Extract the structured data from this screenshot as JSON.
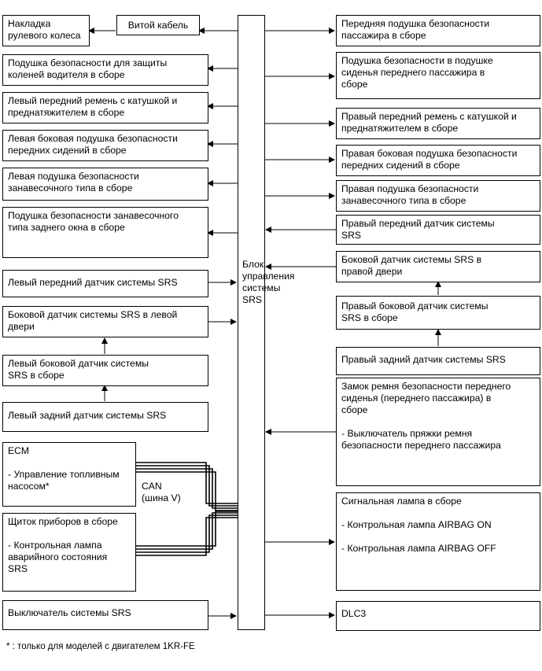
{
  "center": {
    "label": "Блок\nуправления\nсистемы\nSRS"
  },
  "left": {
    "pad": "Накладка\nрулевого колеса",
    "spiral": "Витой кабель",
    "knee": "Подушка безопасности для защиты\nколеней водителя в сборе",
    "lf_belt": "Левый передний ремень с катушкой и\nпреднатяжителем в сборе",
    "l_side_airbag": "Левая боковая подушка безопасности\nпередних сидений в сборе",
    "l_curtain": "Левая подушка безопасности\nзанавесочного типа в сборе",
    "rear_curtain": "Подушка безопасности занавесочного\nтипа заднего окна в сборе",
    "lf_sensor": "Левый передний датчик системы SRS",
    "l_door_sensor": "Боковой датчик системы SRS в левой\nдвери",
    "l_side_sensor": "Левый боковой датчик системы\nSRS в сборе",
    "lr_sensor": "Левый задний датчик системы SRS",
    "ecm": "ECM\n\n- Управление топливным\nнасосом*",
    "meter": "Щиток приборов в сборе\n\n- Контрольная лампа\nаварийного состояния\nSRS",
    "srs_switch": "Выключатель системы SRS"
  },
  "right": {
    "pass_airbag": "Передняя подушка безопасности\nпассажира в сборе",
    "cushion_airbag": "Подушка безопасности в подушке\nсиденья переднего пассажира в\nсборе",
    "rf_belt": "Правый передний ремень с катушкой и\nпреднатяжителем в сборе",
    "r_side_airbag": "Правая боковая подушка безопасности\nпередних сидений в сборе",
    "r_curtain": "Правая подушка безопасности\nзанавесочного типа в сборе",
    "rf_sensor": "Правый передний датчик системы\nSRS",
    "r_door_sensor": "Боковой датчик системы SRS в\nправой двери",
    "r_side_sensor": "Правый боковой датчик системы\nSRS в сборе",
    "rr_sensor": "Правый задний датчик системы SRS",
    "buckle": "Замок ремня безопасности переднего\nсиденья (переднего пассажира) в\nсборе\n\n- Выключатель пряжки ремня\nбезопасности переднего пассажира",
    "lamp": "Сигнальная лампа в сборе\n\n- Контрольная лампа AIRBAG ON\n\n- Контрольная лампа AIRBAG OFF",
    "dlc3": "DLC3"
  },
  "can_label": "CAN\n(шина V)",
  "footnote": "* : только для моделей с двигателем 1KR-FE"
}
